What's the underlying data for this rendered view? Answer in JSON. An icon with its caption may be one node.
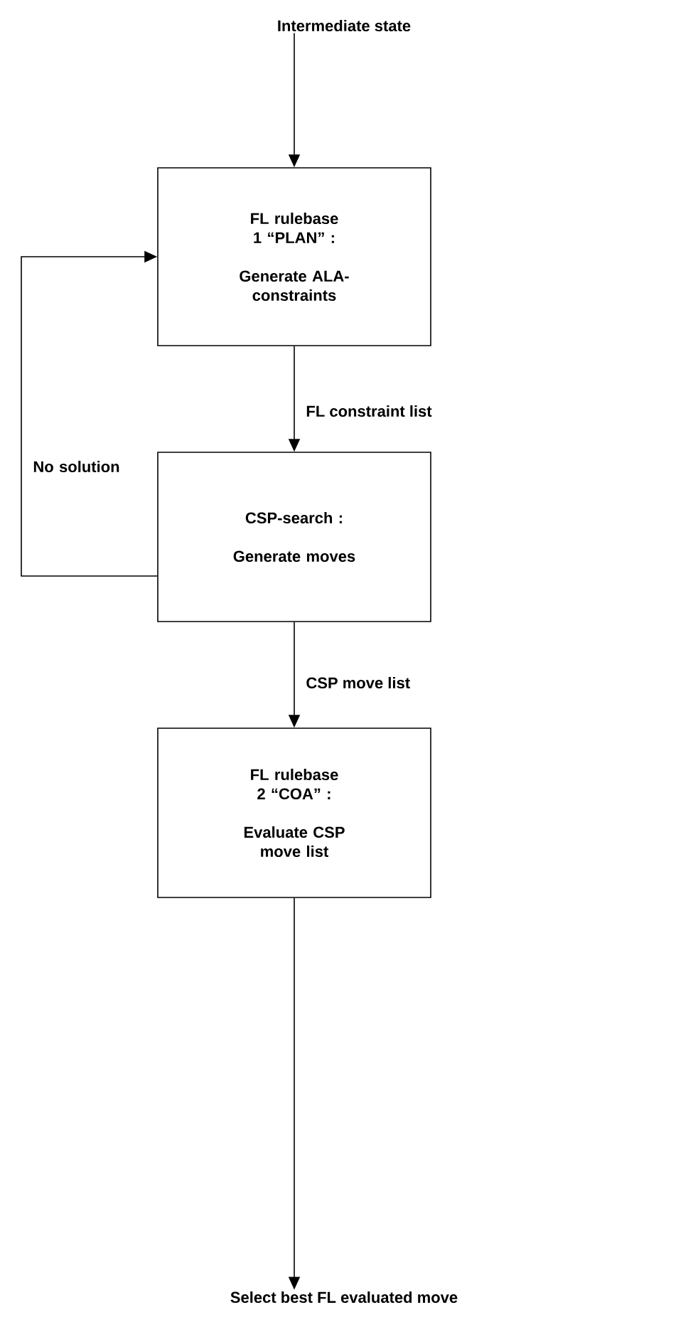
{
  "diagram": {
    "nodes": [
      {
        "text": [
          "Intermediate state"
        ]
      },
      {
        "text": [
          "FL rulebase 1 “PLAN” :",
          "Generate ALA-constraints"
        ]
      },
      {
        "text": [
          "CSP-search :",
          "Generate moves"
        ]
      },
      {
        "text": [
          "FL rulebase 2 “COA” :",
          "Evaluate CSP move list"
        ]
      },
      {
        "text": [
          "Select best FL evaluated move"
        ]
      }
    ],
    "edges": [
      {
        "from": 0,
        "to": 1,
        "arrow": "to"
      },
      {
        "from": 1,
        "to": 2,
        "arrow": "to",
        "label": "FL constraint list"
      },
      {
        "from": 2,
        "to": 1,
        "arrow": "to",
        "label": "No solution"
      },
      {
        "from": 2,
        "to": 3,
        "arrow": "to",
        "label": "CSP move list"
      },
      {
        "from": 3,
        "to": 4,
        "arrow": "to"
      }
    ]
  }
}
